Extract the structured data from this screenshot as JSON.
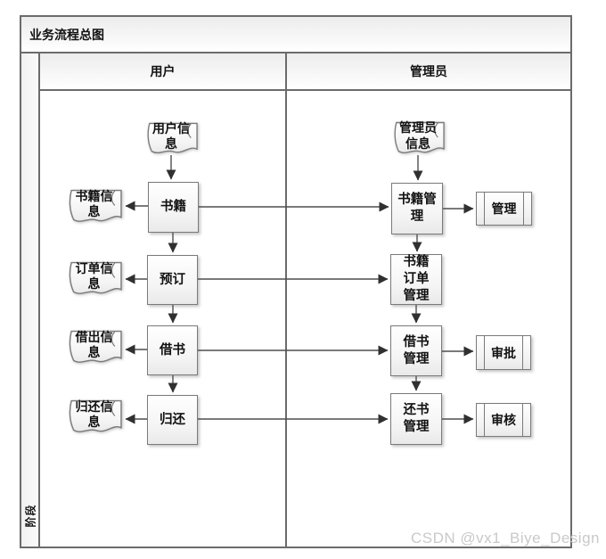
{
  "title": "业务流程总图",
  "phase": "阶段",
  "watermark": "CSDN @vx1_Biye_Design",
  "lanes": {
    "user": "用户",
    "admin": "管理员"
  },
  "user_lane": {
    "source_doc": "用户信\n息",
    "rows": [
      {
        "doc": "书籍信\n息",
        "process": "书籍"
      },
      {
        "doc": "订单信\n息",
        "process": "预订"
      },
      {
        "doc": "借出信\n息",
        "process": "借书"
      },
      {
        "doc": "归还信\n息",
        "process": "归还"
      }
    ]
  },
  "admin_lane": {
    "source_doc": "管理员\n信息",
    "rows": [
      {
        "process": "书籍管\n理",
        "subroutine": "管理"
      },
      {
        "process": "书籍\n订单\n管理"
      },
      {
        "process": "借书\n管理",
        "subroutine": "审批"
      },
      {
        "process": "还书\n管理",
        "subroutine": "审核"
      }
    ]
  },
  "colors": {
    "frame_border": "#6b6b6b",
    "shape_border": "#7a7a7a",
    "connector_line": "#4f4f4f",
    "arrowhead": "#303030",
    "watermark_text": "#c9c9c9"
  }
}
